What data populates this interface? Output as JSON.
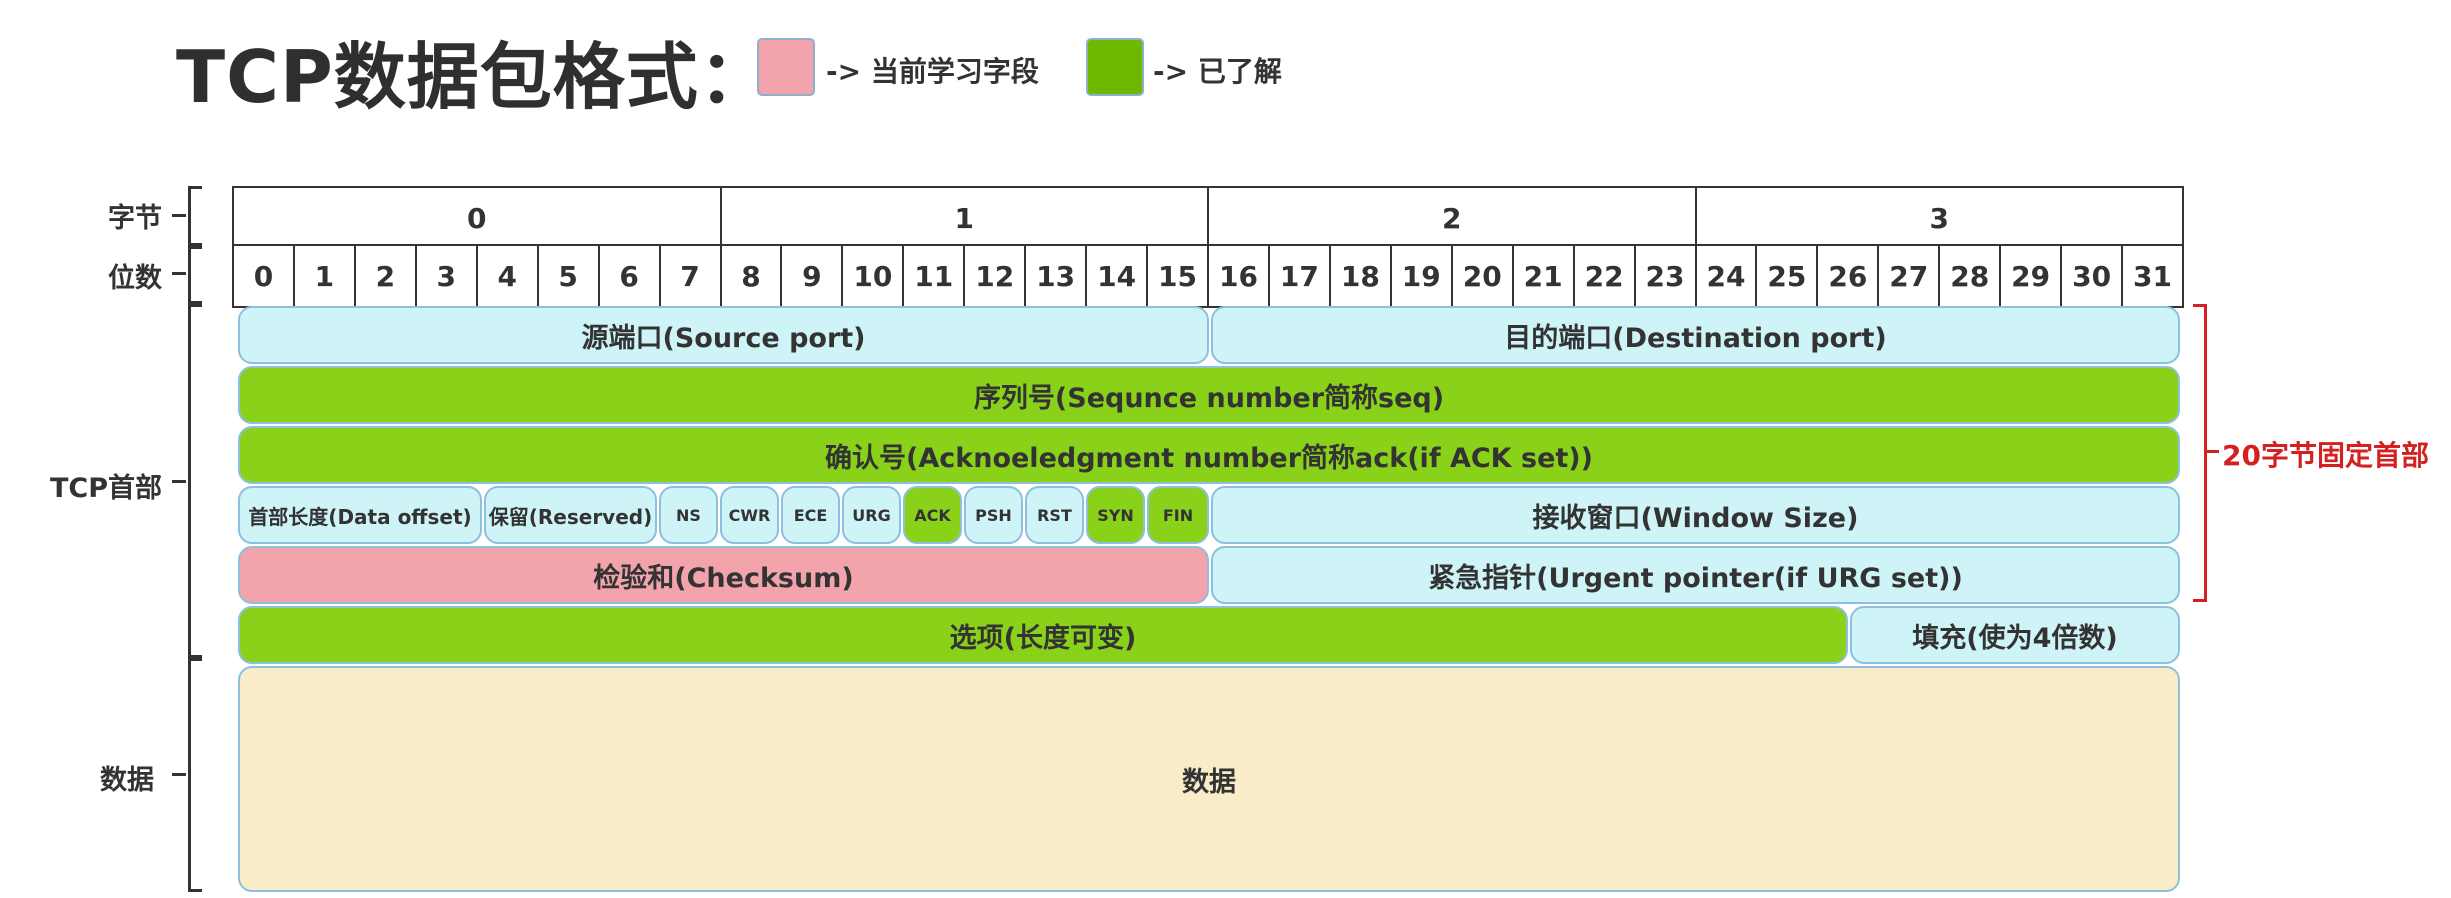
{
  "title": "TCP数据包格式：",
  "legend": {
    "current": {
      "label": "-> 当前学习字段",
      "color": "#f2a3ab"
    },
    "known": {
      "label": "-> 已了解",
      "color": "#6fb800"
    }
  },
  "row_labels": {
    "bytes": "字节",
    "bits": "位数",
    "tcp_header": "TCP首部",
    "data": "数据"
  },
  "bytes": [
    "0",
    "1",
    "2",
    "3"
  ],
  "bits": [
    "0",
    "1",
    "2",
    "3",
    "4",
    "5",
    "6",
    "7",
    "8",
    "9",
    "10",
    "11",
    "12",
    "13",
    "14",
    "15",
    "16",
    "17",
    "18",
    "19",
    "20",
    "21",
    "22",
    "23",
    "24",
    "25",
    "26",
    "27",
    "28",
    "29",
    "30",
    "31"
  ],
  "fields": {
    "source_port": "源端口(Source port)",
    "destination_port": "目的端口(Destination port)",
    "sequence_number": "序列号(Sequnce number简称seq)",
    "ack_number": "确认号(Acknoeledgment number简称ack(if ACK set))",
    "data_offset": "首部长度(Data offset)",
    "reserved": "保留(Reserved)",
    "flags": [
      "NS",
      "CWR",
      "ECE",
      "URG",
      "ACK",
      "PSH",
      "RST",
      "SYN",
      "FIN"
    ],
    "window_size": "接收窗口(Window Size)",
    "checksum": "检验和(Checksum)",
    "urgent_pointer": "紧急指针(Urgent pointer(if URG set))",
    "options": "选项(长度可变)",
    "padding": "填充(使为4倍数)",
    "data": "数据"
  },
  "fixed_header_note": "20字节固定首部",
  "colors": {
    "known_field": "#8ad21a",
    "current_field": "#f2a3ab",
    "other_field": "#cff4f7",
    "data_field": "#f8edc8",
    "note": "#d42020"
  }
}
